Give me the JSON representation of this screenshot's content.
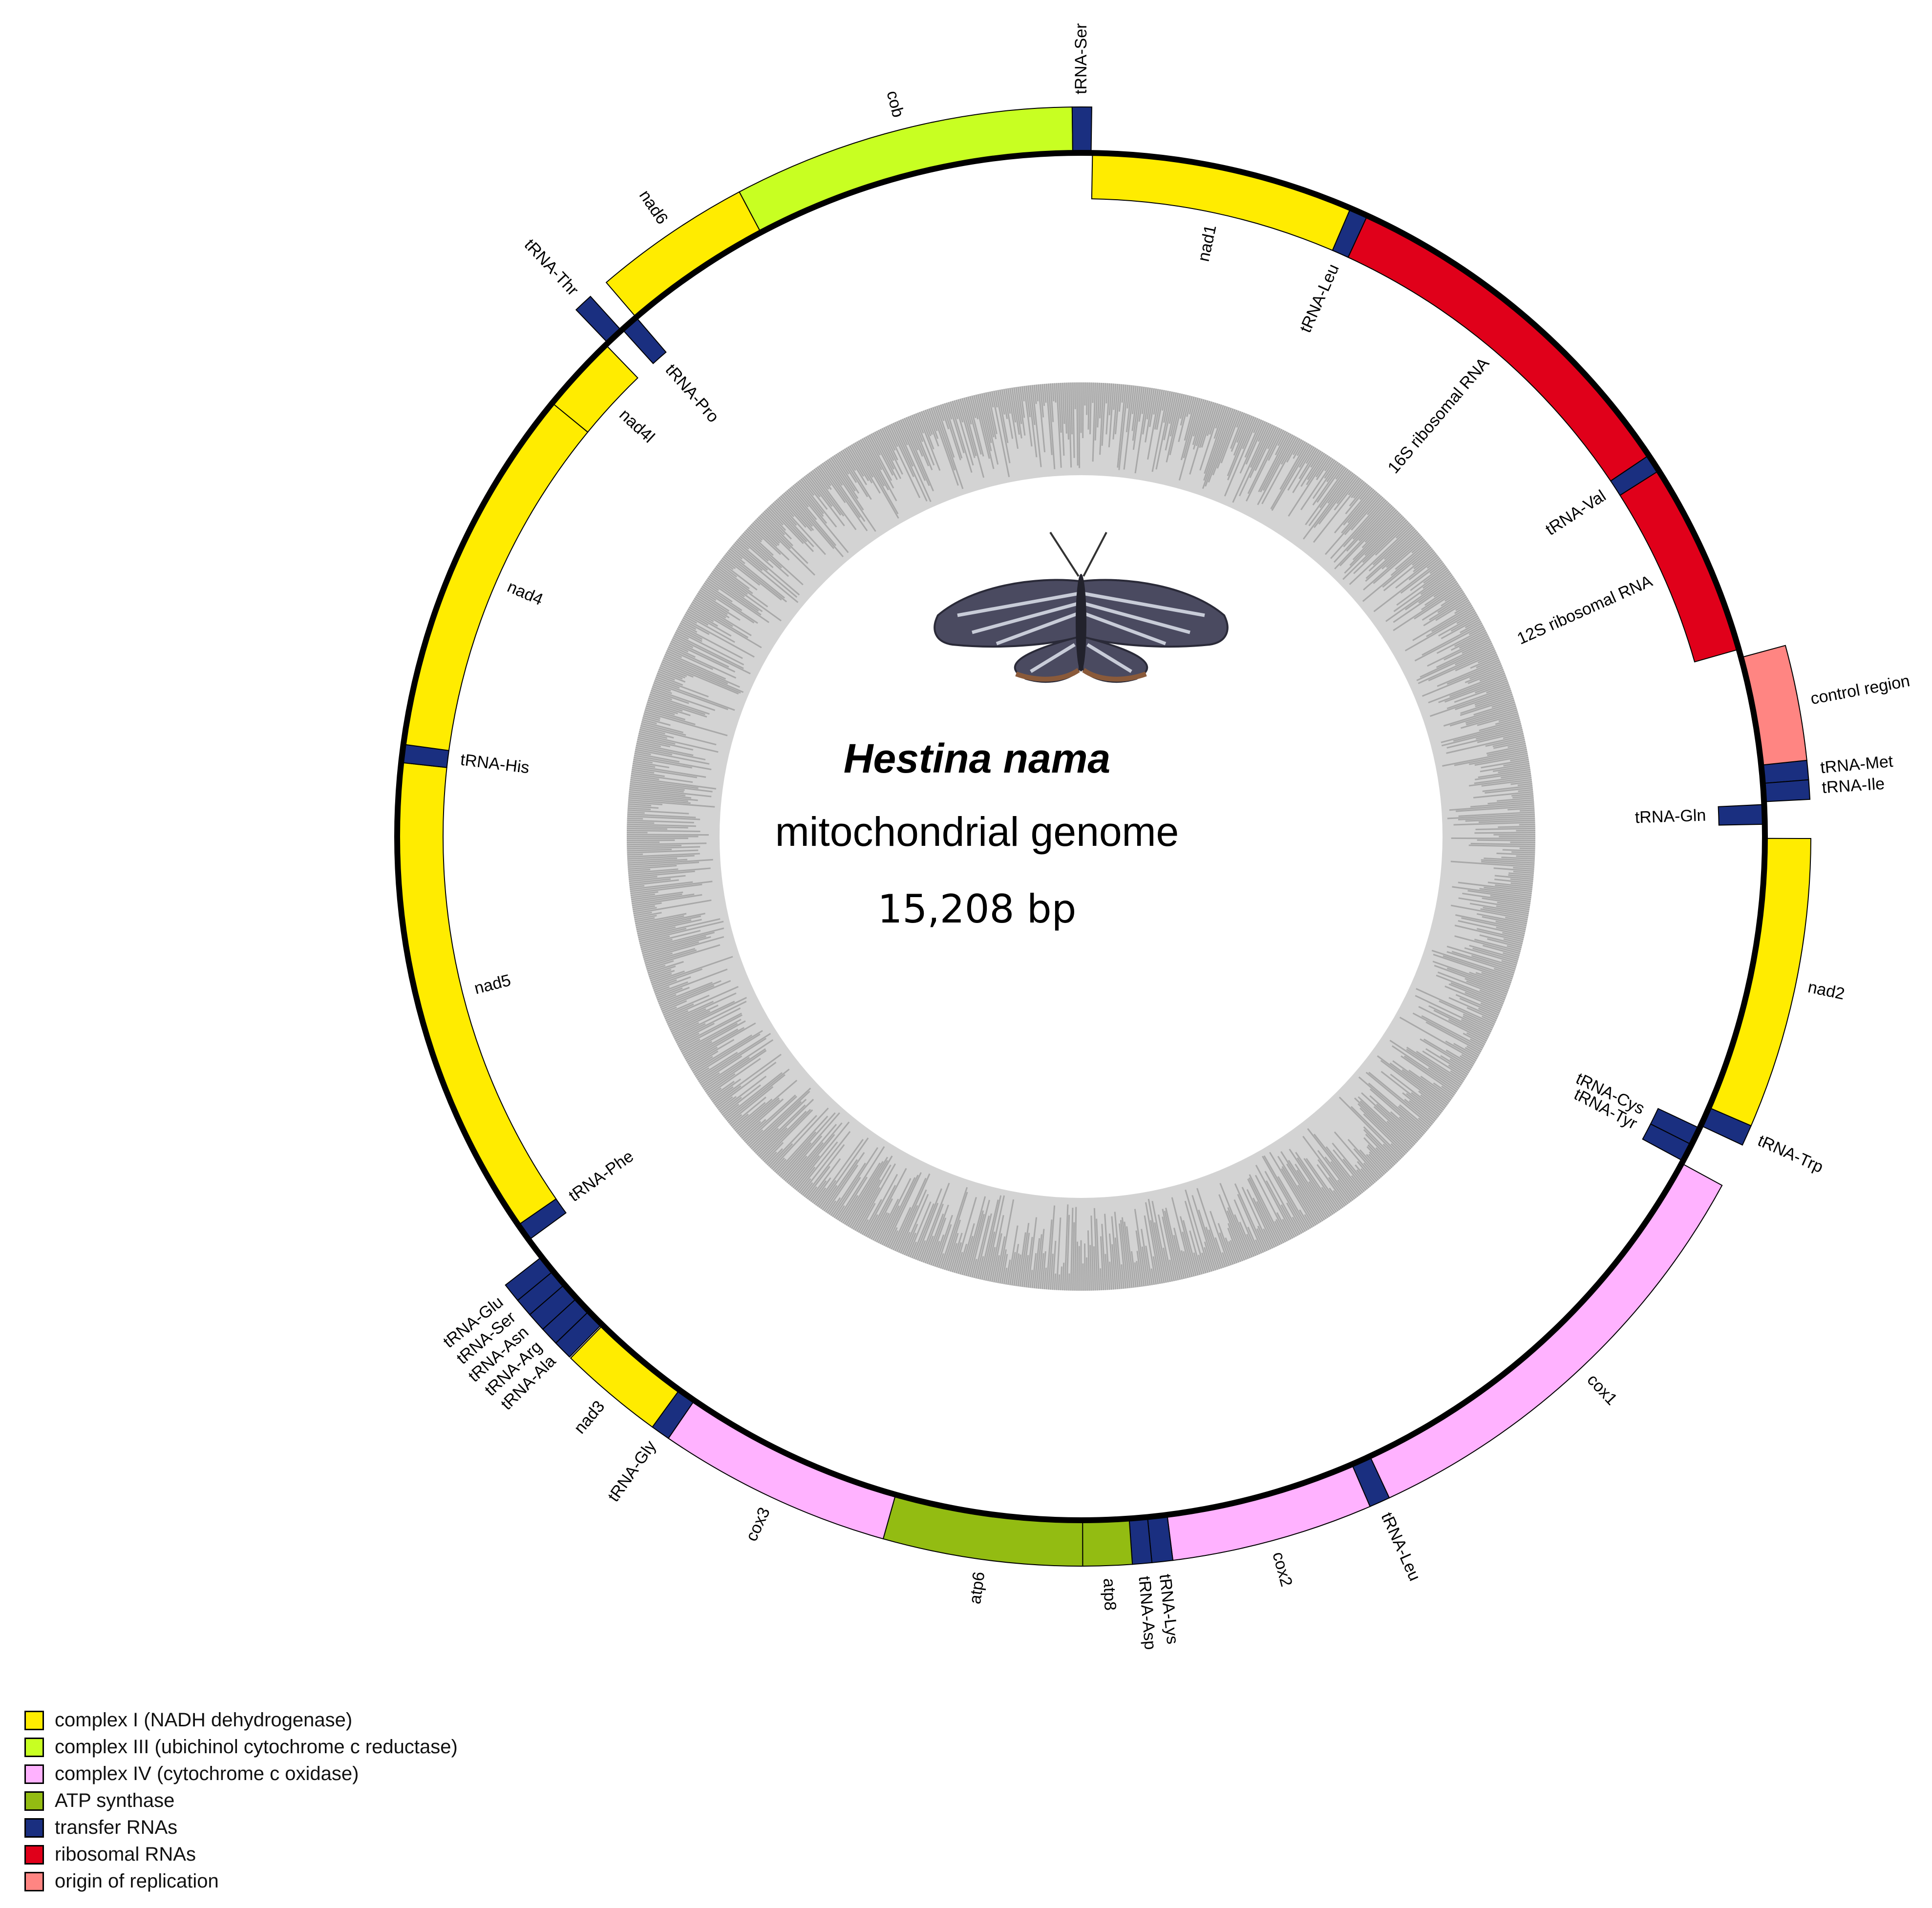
{
  "title": {
    "species": "Hestina nama",
    "subtitle": "mitochondrial genome",
    "size": "15,208 bp"
  },
  "colors": {
    "complex_i": "#ffec00",
    "complex_iii": "#c8ff22",
    "complex_iv": "#ffb2ff",
    "atp": "#93bc12",
    "trna": "#1a2f80",
    "rrna": "#e0001a",
    "origin": "#ff8582",
    "gc_background": "#d3d3d3",
    "gc_bar": "#a8a8a8"
  },
  "genome_length": 15208,
  "features": [
    {
      "name": "tRNA-Met",
      "type": "trna",
      "start": 0,
      "end": 65,
      "strand": "+"
    },
    {
      "name": "tRNA-Ile",
      "type": "trna",
      "start": 65,
      "end": 130,
      "strand": "+"
    },
    {
      "name": "tRNA-Gln",
      "type": "trna",
      "start": 140,
      "end": 210,
      "strand": "-"
    },
    {
      "name": "nad2",
      "type": "complex_i",
      "start": 260,
      "end": 1240,
      "strand": "+"
    },
    {
      "name": "tRNA-Trp",
      "type": "trna",
      "start": 1240,
      "end": 1310,
      "strand": "+"
    },
    {
      "name": "tRNA-Cys",
      "type": "trna",
      "start": 1320,
      "end": 1385,
      "strand": "-"
    },
    {
      "name": "tRNA-Tyr",
      "type": "trna",
      "start": 1385,
      "end": 1450,
      "strand": "-"
    },
    {
      "name": "cox1",
      "type": "complex_iv",
      "start": 1460,
      "end": 3000,
      "strand": "+"
    },
    {
      "name": "tRNA-Leu",
      "type": "trna",
      "start": 3000,
      "end": 3070,
      "strand": "+"
    },
    {
      "name": "cox2",
      "type": "complex_iv",
      "start": 3070,
      "end": 3750,
      "strand": "+"
    },
    {
      "name": "tRNA-Lys",
      "type": "trna",
      "start": 3750,
      "end": 3820,
      "strand": "+"
    },
    {
      "name": "tRNA-Asp",
      "type": "trna",
      "start": 3820,
      "end": 3885,
      "strand": "+"
    },
    {
      "name": "atp8",
      "type": "atp",
      "start": 3885,
      "end": 4050,
      "strand": "+"
    },
    {
      "name": "atp6",
      "type": "atp",
      "start": 4050,
      "end": 4720,
      "strand": "+"
    },
    {
      "name": "cox3",
      "type": "complex_iv",
      "start": 4720,
      "end": 5510,
      "strand": "+"
    },
    {
      "name": "tRNA-Gly",
      "type": "trna",
      "start": 5510,
      "end": 5575,
      "strand": "+"
    },
    {
      "name": "nad3",
      "type": "complex_i",
      "start": 5575,
      "end": 5930,
      "strand": "+"
    },
    {
      "name": "tRNA-Ala",
      "type": "trna",
      "start": 5935,
      "end": 6000,
      "strand": "+"
    },
    {
      "name": "tRNA-Arg",
      "type": "trna",
      "start": 6000,
      "end": 6063,
      "strand": "+"
    },
    {
      "name": "tRNA-Asn",
      "type": "trna",
      "start": 6063,
      "end": 6128,
      "strand": "+"
    },
    {
      "name": "tRNA-Ser",
      "type": "trna",
      "start": 6128,
      "end": 6190,
      "strand": "+"
    },
    {
      "name": "tRNA-Glu",
      "type": "trna",
      "start": 6190,
      "end": 6255,
      "strand": "+"
    },
    {
      "name": "tRNA-Phe",
      "type": "trna",
      "start": 6330,
      "end": 6395,
      "strand": "-"
    },
    {
      "name": "nad5",
      "type": "complex_i",
      "start": 6395,
      "end": 8120,
      "strand": "-"
    },
    {
      "name": "tRNA-His",
      "type": "trna",
      "start": 8120,
      "end": 8185,
      "strand": "-"
    },
    {
      "name": "nad4",
      "type": "complex_i",
      "start": 8185,
      "end": 9520,
      "strand": "-"
    },
    {
      "name": "nad4l",
      "type": "complex_i",
      "start": 9520,
      "end": 9800,
      "strand": "-"
    },
    {
      "name": "tRNA-Thr",
      "type": "trna",
      "start": 9810,
      "end": 9875,
      "strand": "+"
    },
    {
      "name": "tRNA-Pro",
      "type": "trna",
      "start": 9880,
      "end": 9945,
      "strand": "-"
    },
    {
      "name": "nad6",
      "type": "complex_i",
      "start": 9945,
      "end": 10480,
      "strand": "+"
    },
    {
      "name": "cob",
      "type": "complex_iii",
      "start": 10480,
      "end": 11630,
      "strand": "+"
    },
    {
      "name": "tRNA-Ser",
      "type": "trna",
      "start": 11630,
      "end": 11695,
      "strand": "+"
    },
    {
      "name": "nad1",
      "type": "complex_i",
      "start": 11700,
      "end": 12640,
      "strand": "-"
    },
    {
      "name": "tRNA-Leu",
      "type": "trna",
      "start": 12640,
      "end": 12705,
      "strand": "-"
    },
    {
      "name": "16S ribosomal RNA",
      "type": "rrna",
      "start": 12705,
      "end": 14030,
      "strand": "-"
    },
    {
      "name": "tRNA-Val",
      "type": "trna",
      "start": 14030,
      "end": 14095,
      "strand": "-"
    },
    {
      "name": "12S ribosomal RNA",
      "type": "rrna",
      "start": 14095,
      "end": 14790,
      "strand": "-"
    },
    {
      "name": "control region",
      "type": "origin",
      "start": 14820,
      "end": 15208,
      "strand": "+"
    }
  ],
  "legend": [
    {
      "label": "complex I (NADH dehydrogenase)",
      "color": "#ffec00"
    },
    {
      "label": "complex III (ubichinol cytochrome c reductase)",
      "color": "#c8ff22"
    },
    {
      "label": "complex IV (cytochrome c oxidase)",
      "color": "#ffb2ff"
    },
    {
      "label": "ATP synthase",
      "color": "#93bc12"
    },
    {
      "label": "transfer RNAs",
      "color": "#1a2f80"
    },
    {
      "label": "ribosomal RNAs",
      "color": "#e0001a"
    },
    {
      "label": "origin of replication",
      "color": "#ff8582"
    }
  ]
}
